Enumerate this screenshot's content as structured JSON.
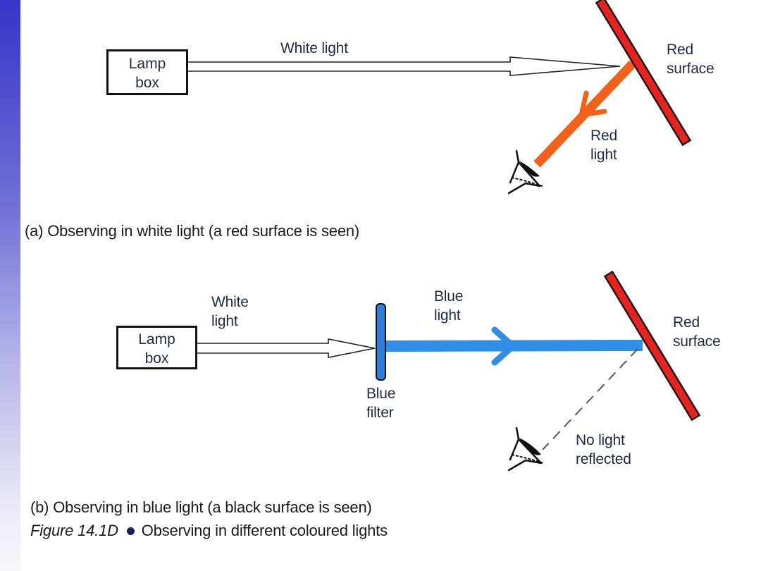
{
  "colors": {
    "side_bar_top": "#3535c8",
    "red_surface": "#e8231f",
    "red_light": "#f0621a",
    "blue_light": "#2f8ee8",
    "blue_filter": "#2a7fe0",
    "outline": "#111111"
  },
  "panel_a": {
    "lamp_box": {
      "line1": "Lamp",
      "line2": "box"
    },
    "white_light_label": "White light",
    "surface_label": {
      "line1": "Red",
      "line2": "surface"
    },
    "reflected_label": {
      "line1": "Red",
      "line2": "light"
    },
    "eye_icon": "eye-icon",
    "caption": "(a) Observing in white light (a red surface is seen)"
  },
  "panel_b": {
    "lamp_box": {
      "line1": "Lamp",
      "line2": "box"
    },
    "white_light_label": {
      "line1": "White",
      "line2": "light"
    },
    "blue_light_label": {
      "line1": "Blue",
      "line2": "light"
    },
    "filter_label": {
      "line1": "Blue",
      "line2": "filter"
    },
    "surface_label": {
      "line1": "Red",
      "line2": "surface"
    },
    "no_reflection_label": {
      "line1": "No light",
      "line2": "reflected"
    },
    "eye_icon": "eye-icon",
    "caption": "(b) Observing in blue light (a black surface is seen)"
  },
  "figure": {
    "label": "Figure 14.1D",
    "title": "Observing in different coloured lights"
  }
}
